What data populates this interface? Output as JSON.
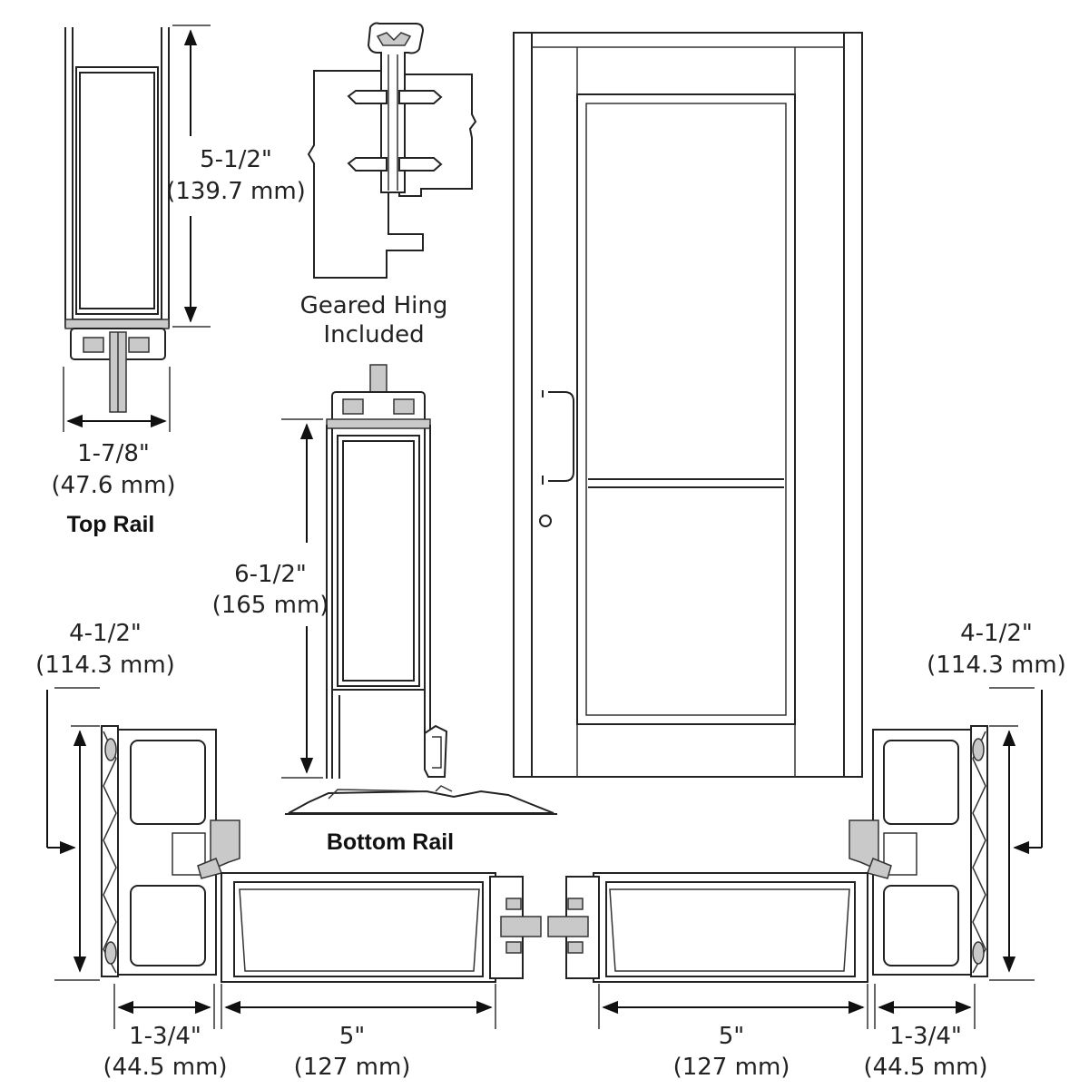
{
  "top_rail": {
    "height_in": "5-1/2\"",
    "height_mm": "(139.7 mm)",
    "width_in": "1-7/8\"",
    "width_mm": "(47.6 mm)",
    "title": "Top Rail"
  },
  "hinge": {
    "line1": "Geared Hing",
    "line2": "Included"
  },
  "bottom_rail": {
    "height_in": "6-1/2\"",
    "height_mm": "(165 mm)",
    "title": "Bottom Rail"
  },
  "left_stile": {
    "height_in": "4-1/2\"",
    "height_mm": "(114.3 mm)",
    "frame_in": "1-3/4\"",
    "frame_mm": "(44.5 mm)",
    "stile_in": "5\"",
    "stile_mm": "(127 mm)"
  },
  "right_stile": {
    "height_in": "4-1/2\"",
    "height_mm": "(114.3 mm)",
    "frame_in": "1-3/4\"",
    "frame_mm": "(44.5 mm)",
    "stile_in": "5\"",
    "stile_mm": "(127 mm)"
  }
}
